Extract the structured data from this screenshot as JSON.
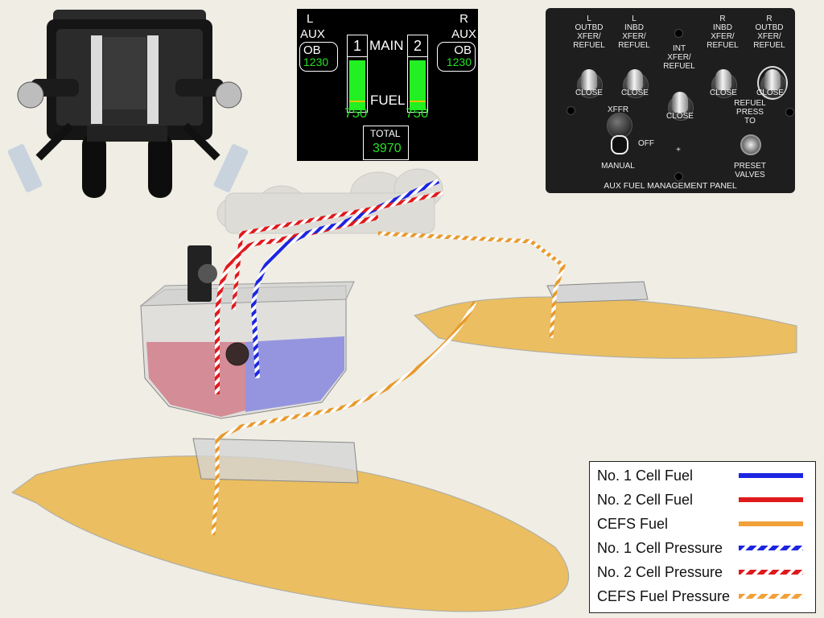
{
  "fuel_display": {
    "left_label": "L",
    "left_aux": "AUX",
    "left_ob_label": "OB",
    "left_ob_value": "1230",
    "right_label": "R",
    "right_aux": "AUX",
    "right_ob_label": "OB",
    "right_ob_value": "1230",
    "tank1_num": "1",
    "tank2_num": "2",
    "main_label": "MAIN",
    "fuel_label": "FUEL",
    "tank1_value": "750",
    "tank2_value": "750",
    "total_label": "TOTAL",
    "total_value": "3970",
    "green": "#22f022"
  },
  "aux_panel": {
    "l_outbd": [
      "L",
      "OUTBD",
      "XFER/",
      "REFUEL"
    ],
    "l_inbd": [
      "L",
      "INBD",
      "XFER/",
      "REFUEL"
    ],
    "int": [
      "INT",
      "XFER/",
      "REFUEL"
    ],
    "r_inbd": [
      "R",
      "INBD",
      "XFER/",
      "REFUEL"
    ],
    "r_outbd": [
      "R",
      "OUTBD",
      "XFER/",
      "REFUEL"
    ],
    "close_a": "CLOSE",
    "close_b": "CLOSE",
    "close_c": "CLOSE",
    "close_d": "CLOSE",
    "close_e": "CLOSE",
    "xffr": "XFFR",
    "off": "OFF",
    "manual": "MANUAL",
    "plus": "+",
    "refuel_press": [
      "REFUEL",
      "PRESS",
      "TO"
    ],
    "preset_valves": [
      "PRESET",
      "VALVES"
    ],
    "panel_title": "AUX FUEL MANAGEMENT PANEL"
  },
  "legend": {
    "items": [
      {
        "label": "No. 1 Cell Fuel",
        "color": "#1c25e0",
        "style": "solid"
      },
      {
        "label": "No. 2 Cell Fuel",
        "color": "#e0191c",
        "style": "solid"
      },
      {
        "label": "CEFS Fuel",
        "color": "#f2a03a",
        "style": "solid"
      },
      {
        "label": "No. 1 Cell Pressure",
        "color": "#1c25e0",
        "style": "dashed"
      },
      {
        "label": "No. 2 Cell Pressure",
        "color": "#e0191c",
        "style": "dashed"
      },
      {
        "label": "CEFS Fuel Pressure",
        "color": "#f2a03a",
        "style": "dashed"
      }
    ]
  },
  "colors": {
    "background": "#efede4",
    "tank_fill": "#e9b54a",
    "cell1_fill": "#7c7ce0",
    "cell2_fill": "#d07080"
  }
}
